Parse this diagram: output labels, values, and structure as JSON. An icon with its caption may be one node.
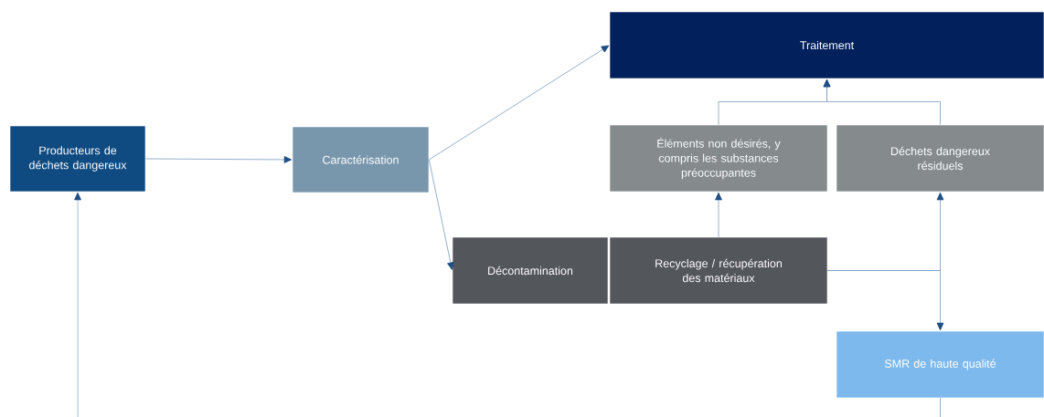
{
  "diagram": {
    "nodes": [
      {
        "text": [
          "Producteurs de déchets dangereux"
        ]
      },
      {
        "text": [
          "Caractérisation"
        ]
      },
      {
        "text": [
          "Traitement"
        ]
      },
      {
        "text": [
          "Éléments non désirés, y compris les substances préoccupantes"
        ]
      },
      {
        "text": [
          "Déchets dangereux résiduels"
        ]
      },
      {
        "text": [
          "Décontamination"
        ]
      },
      {
        "text": [
          "Recyclage / récupération des matériaux"
        ]
      },
      {
        "text": [
          "SMR de haute qualité"
        ]
      }
    ],
    "edges": [
      {
        "from": 0,
        "to": 1,
        "arrow": "to"
      },
      {
        "from": 1,
        "to": 2,
        "arrow": "to"
      },
      {
        "from": 1,
        "to": 5,
        "arrow": "to"
      },
      {
        "from": 6,
        "to": 3,
        "arrow": "to"
      },
      {
        "from": 3,
        "to": 2,
        "arrow": "to"
      },
      {
        "from": 4,
        "to": 2,
        "arrow": "to"
      },
      {
        "from": 6,
        "to": 4,
        "arrow": "to"
      },
      {
        "from": 6,
        "to": 7,
        "arrow": "to"
      },
      {
        "from": null,
        "to": 0,
        "arrow": "to"
      },
      {
        "from": 7,
        "to": null,
        "arrow": "none"
      }
    ]
  }
}
